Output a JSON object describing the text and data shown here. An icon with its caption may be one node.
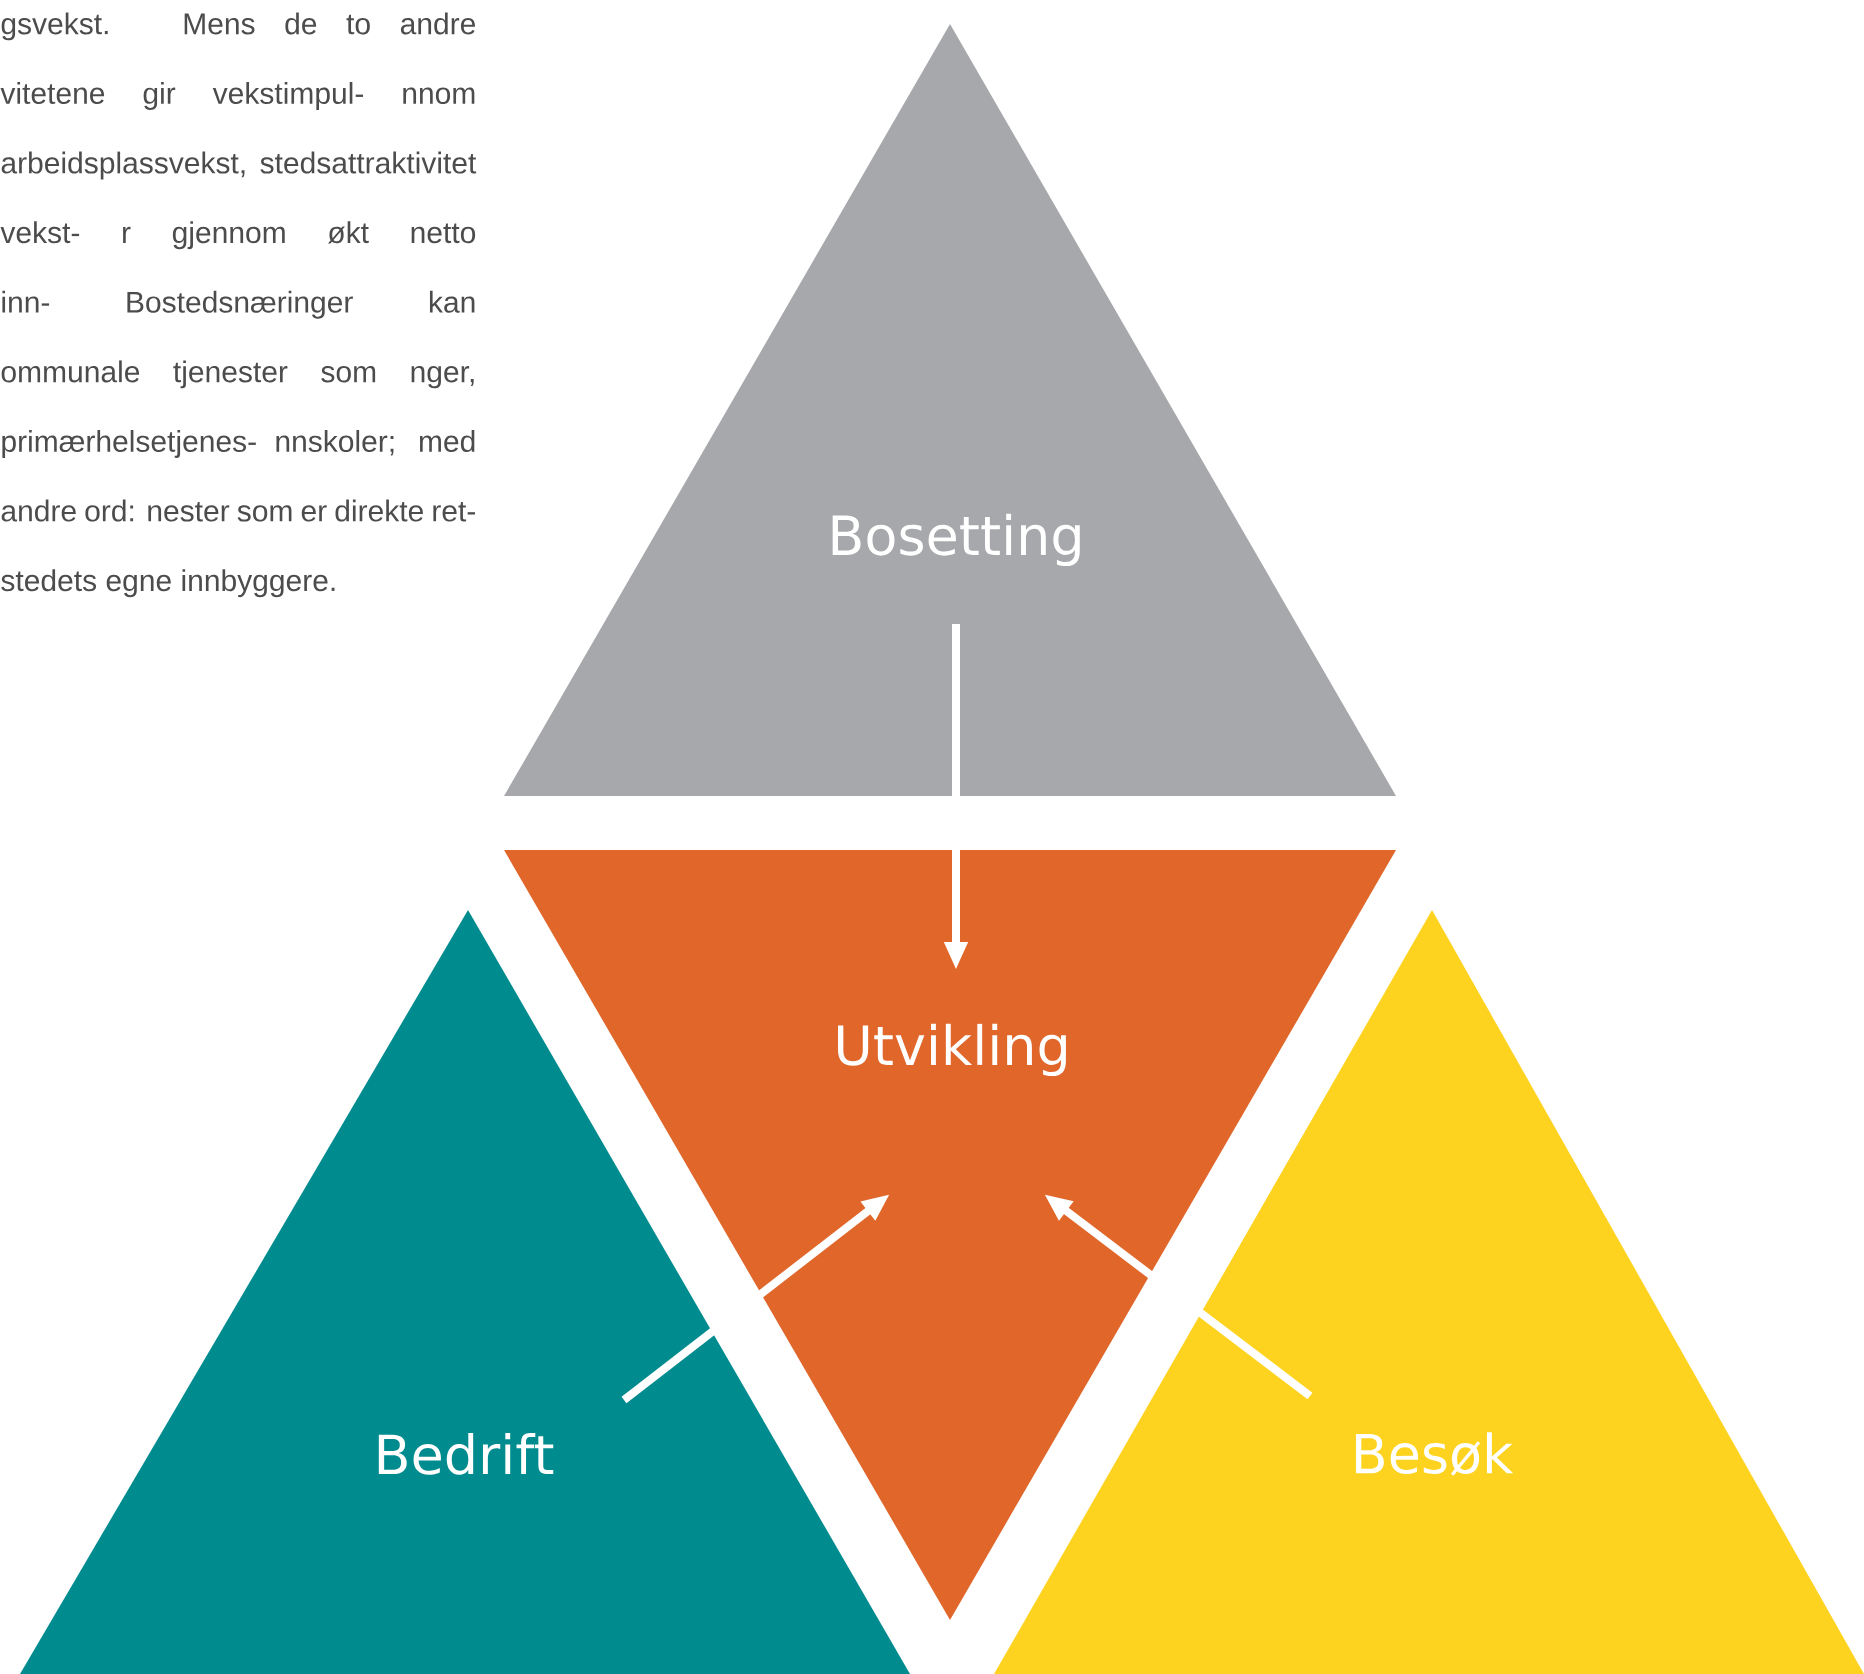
{
  "diagram": {
    "nodes": [
      {
        "text": [
          "Bosetting"
        ]
      },
      {
        "text": [
          "Utvikling"
        ]
      },
      {
        "text": [
          "Bedrift"
        ]
      },
      {
        "text": [
          "Besøk"
        ]
      }
    ],
    "edges": [
      {
        "from": 0,
        "to": 1,
        "arrow": "to"
      },
      {
        "from": 2,
        "to": 1,
        "arrow": "to"
      },
      {
        "from": 3,
        "to": 1,
        "arrow": "to"
      }
    ],
    "labels": [
      "gsvekst. Mens de to andre vitetene gir vekstimpul- nnom arbeidsplassvekst, stedsattraktivitet vekst- r gjennom økt netto inn- Bostedsnæringer kan ommunale tjenester som nger, primærhelsetjenes- nnskoler; med andre ord: nester som er direkte ret- stedets egne innbyggere."
    ]
  }
}
